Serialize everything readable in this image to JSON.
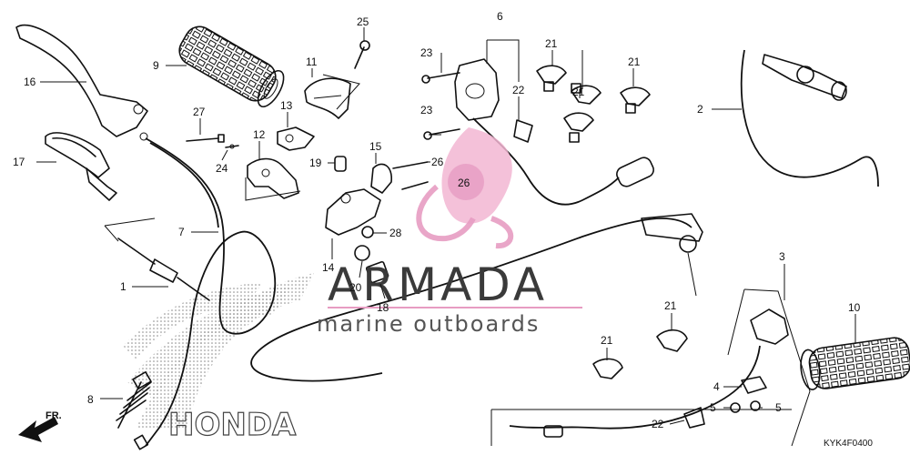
{
  "diagram": {
    "ref_code": "KYK4F0400",
    "direction_label": "FR.",
    "watermark": {
      "brand": "ARMADA",
      "tagline": "marine outboards",
      "badge": "26"
    },
    "background_logo": "HONDA",
    "callouts": [
      "16",
      "9",
      "25",
      "11",
      "6",
      "23",
      "21",
      "22",
      "21",
      "17",
      "27",
      "13",
      "12",
      "24",
      "19",
      "15",
      "26",
      "21",
      "23",
      "2",
      "7",
      "28",
      "1",
      "14",
      "20",
      "18",
      "3",
      "21",
      "10",
      "21",
      "4",
      "5",
      "5",
      "22",
      "8"
    ]
  }
}
